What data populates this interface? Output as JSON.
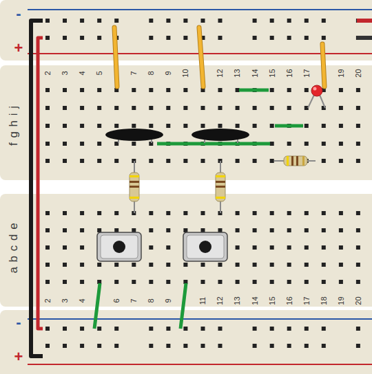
{
  "diagram": {
    "labels": [
      "-",
      "+",
      "2",
      "3",
      "4",
      "5",
      "7",
      "8",
      "9",
      "10",
      "12",
      "13",
      "14",
      "15",
      "16",
      "17",
      "19",
      "20",
      "f g h i j",
      "a b c d e",
      "2",
      "3",
      "4",
      "6",
      "7",
      "8",
      "9",
      "11",
      "12",
      "13",
      "14",
      "15",
      "16",
      "17",
      "18",
      "19",
      "20",
      "-",
      "+"
    ]
  }
}
